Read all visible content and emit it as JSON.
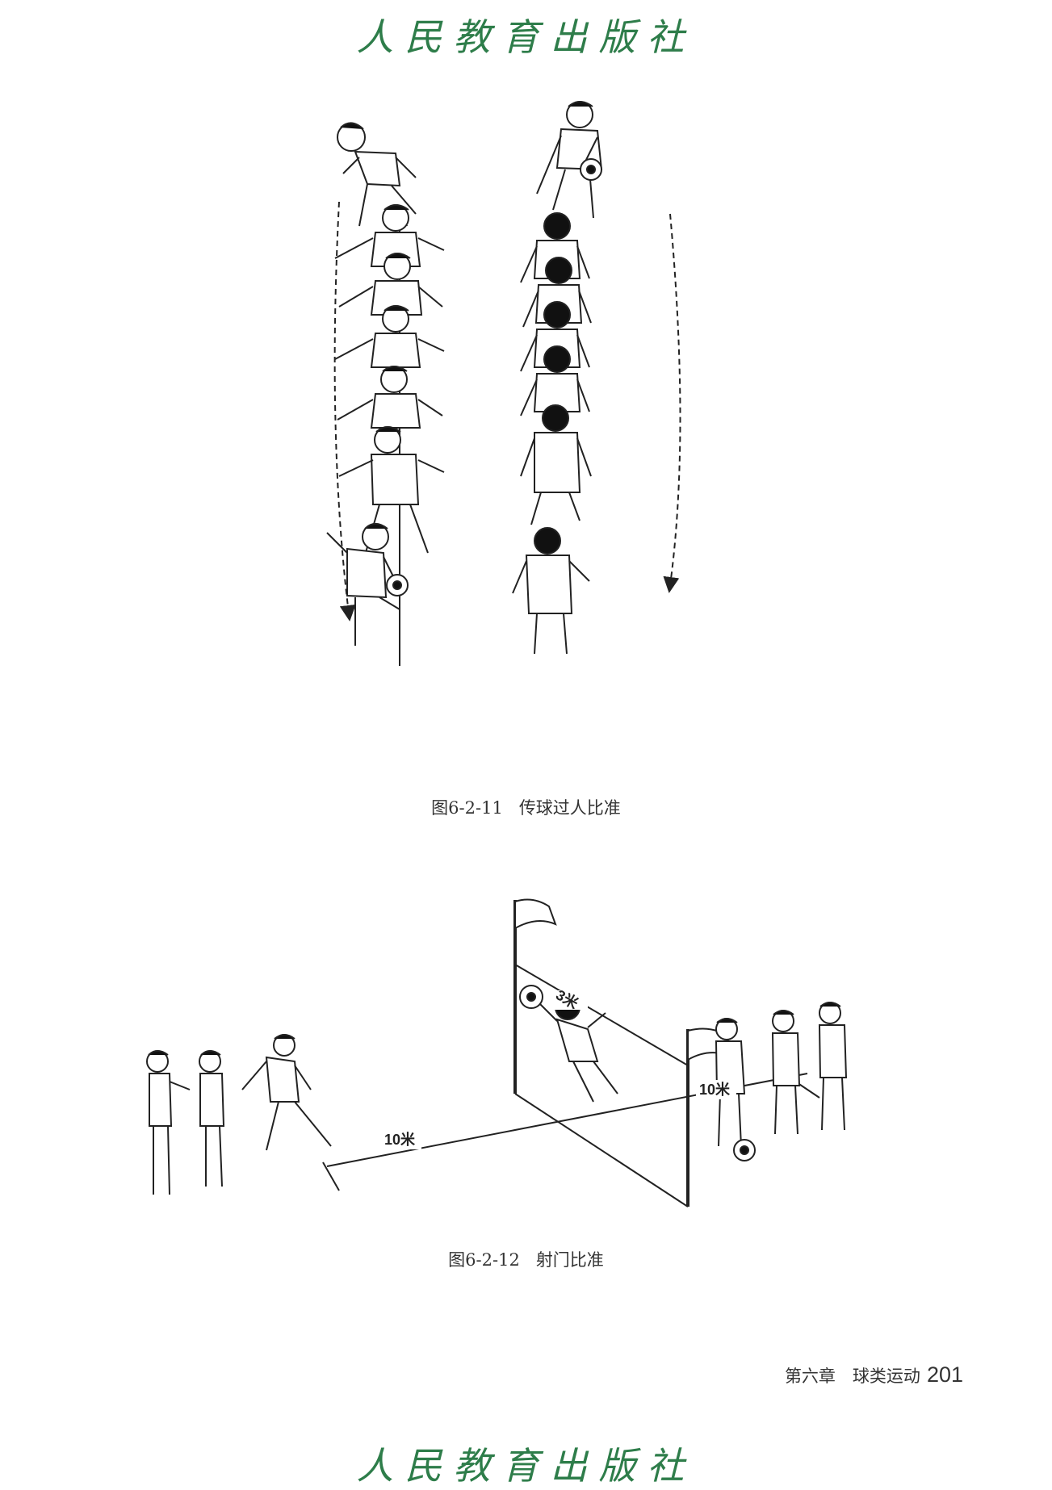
{
  "watermark": "人民教育出版社",
  "figure1": {
    "number": "图6-2-11",
    "title": "传球过人比准"
  },
  "figure2": {
    "number": "图6-2-12",
    "title": "射门比准",
    "labels": {
      "goal_width": "3米",
      "distance_front": "10米",
      "distance_back": "10米"
    }
  },
  "footer": {
    "chapter": "第六章　球类运动",
    "page": "201"
  }
}
